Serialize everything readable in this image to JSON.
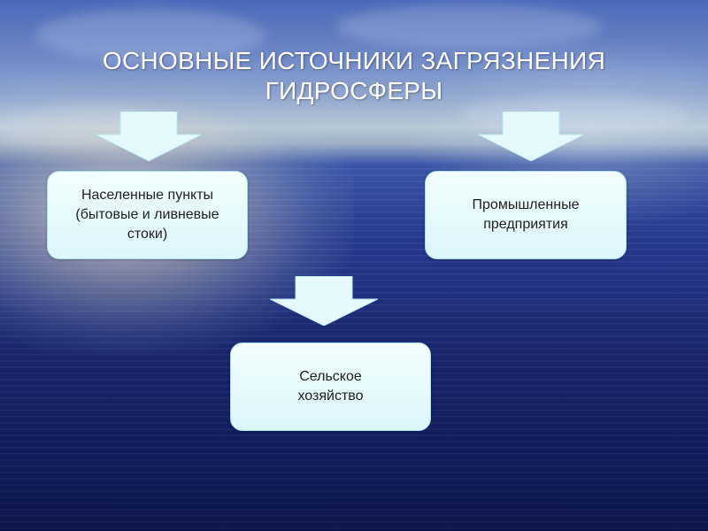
{
  "slide": {
    "title": "ОСНОВНЫЕ ИСТОЧНИКИ ЗАГРЯЗНЕНИЯ\nГИДРОСФЕРЫ",
    "sources": [
      {
        "label": "Населенные пункты\n(бытовые и ливневые\nстоки)"
      },
      {
        "label": "Промышленные\nпредприятия"
      },
      {
        "label": "Сельское\nхозяйство"
      }
    ],
    "colors": {
      "box_fill": "#e8fbfe",
      "box_border": "#a9dfe9",
      "arrow_fill": "#e6f9fd",
      "title_text": "#ffffff"
    }
  }
}
